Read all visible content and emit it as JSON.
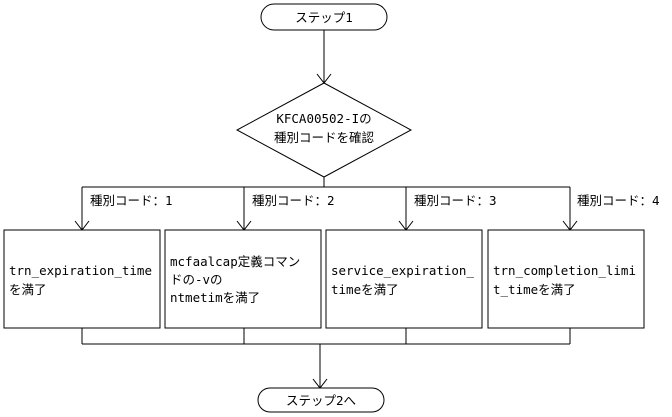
{
  "start": {
    "label": "ステップ1"
  },
  "decision": {
    "line1": "KFCA00502-Iの",
    "line2": "種別コードを確認"
  },
  "branches": [
    {
      "label": "種別コード：1",
      "box_lines": [
        "trn_expiration_time",
        "を満了"
      ]
    },
    {
      "label": "種別コード：2",
      "box_lines": [
        "mcfaalcap定義コマン",
        "ドの-vの",
        "ntmetimを満了"
      ]
    },
    {
      "label": "種別コード：3",
      "box_lines": [
        "service_expiration_",
        "timeを満了"
      ]
    },
    {
      "label": "種別コード：4",
      "box_lines": [
        "trn_completion_limi",
        "t_timeを満了"
      ]
    }
  ],
  "end": {
    "label": "ステップ2へ"
  }
}
